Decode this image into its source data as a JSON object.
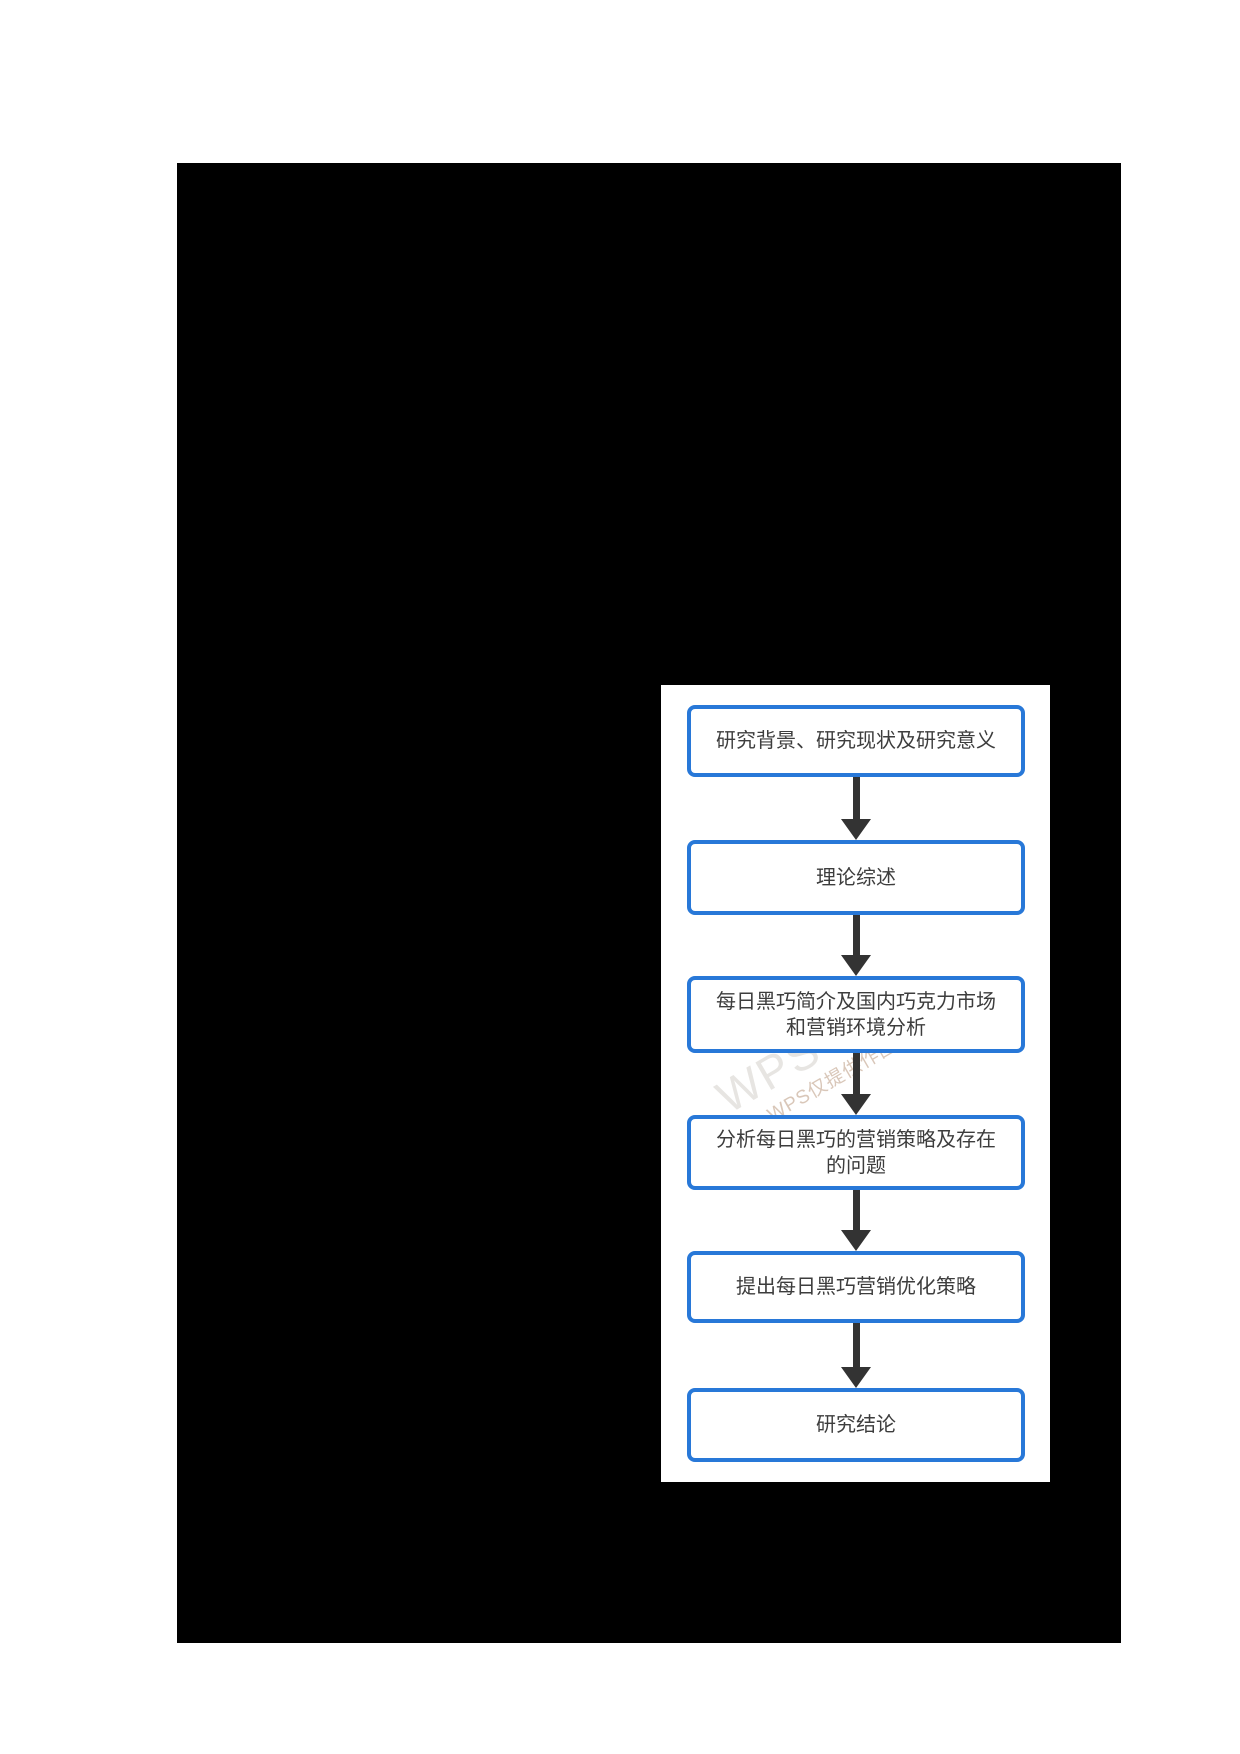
{
  "document": {
    "page_bg": "#ffffff",
    "canvas_bg": "#000000"
  },
  "flowchart": {
    "panel_bg": "#ffffff",
    "node_border_color": "#2878d8",
    "node_text_color": "#3d3d3d",
    "arrow_color": "#333333",
    "nodes": [
      {
        "label": "研究背景、研究现状及研究意义"
      },
      {
        "label": "理论综述"
      },
      {
        "label": "每日黑巧简介及国内巧克力市场\n和营销环境分析"
      },
      {
        "label": "分析每日黑巧的营销策略及存在\n的问题"
      },
      {
        "label": "提出每日黑巧营销优化策略"
      },
      {
        "label": "研究结论"
      }
    ],
    "watermark": {
      "brand": "WPS Flow",
      "notice": "WPS仅提供作图能力"
    }
  }
}
